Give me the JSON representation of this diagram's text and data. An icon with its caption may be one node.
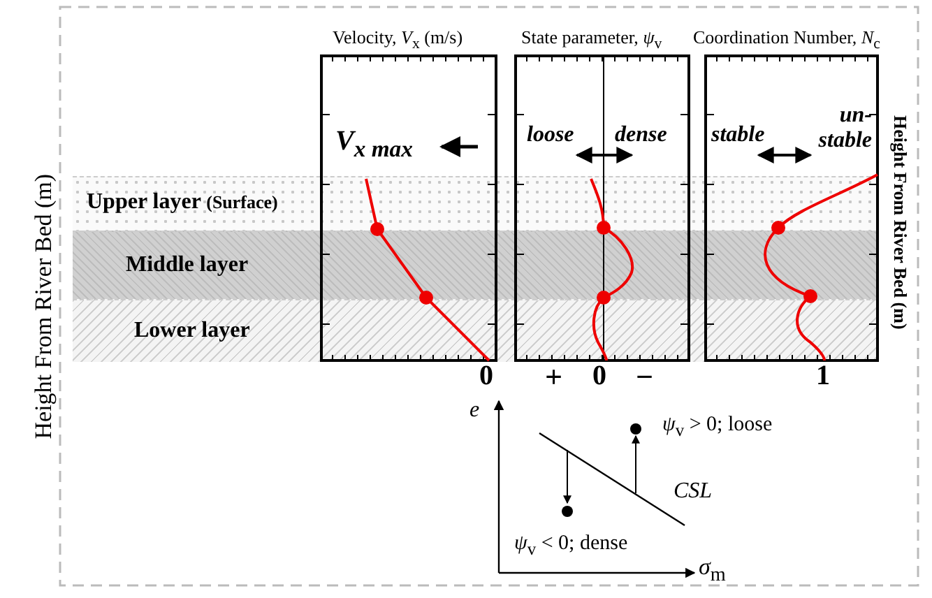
{
  "diagram": {
    "nodes": [
      {
        "text": [
          "Upper layer (Surface)"
        ]
      },
      {
        "text": [
          "Middle layer"
        ]
      },
      {
        "text": [
          "Lower layer"
        ]
      }
    ],
    "labels": [
      "Velocity, *V*$_{x}$ (m/s)",
      "State parameter, *ψ*$_{v}$",
      "Coordination Number, *N*$_{c}$",
      "V$_{x max}$",
      "loose",
      "dense",
      "stable",
      "un- stable",
      "Height From River Bed (m)",
      "Height From River Bed (m)",
      "0",
      "+",
      "0",
      "−",
      "1",
      "e",
      "*ψ*$_{v}$ > 0; loose",
      "CSL",
      "*ψ*$_{v}$ < 0; dense",
      "*σ*$_{m}$"
    ]
  }
}
